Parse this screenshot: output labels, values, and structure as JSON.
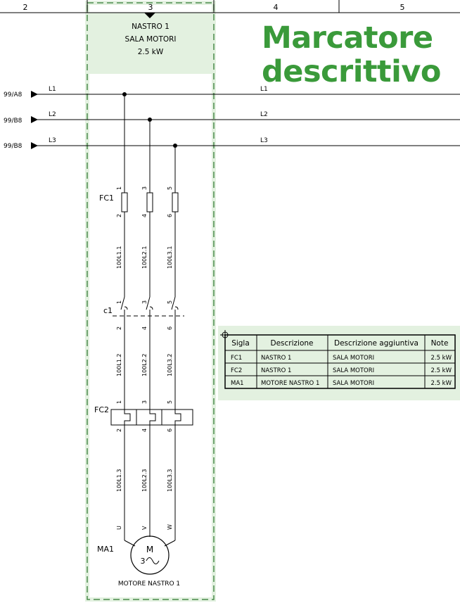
{
  "columns": [
    "2",
    "3",
    "4",
    "5"
  ],
  "header": {
    "line1": "NASTRO 1",
    "line2": "SALA MOTORI",
    "line3": "2.5 kW"
  },
  "title": {
    "line1": "Marcatore",
    "line2": "descrittivo"
  },
  "buses": [
    {
      "ref": "99/A8",
      "name": "L1",
      "name_right": "L1"
    },
    {
      "ref": "99/B8",
      "name": "L2",
      "name_right": "L2"
    },
    {
      "ref": "99/B8",
      "name": "L3",
      "name_right": "L3"
    }
  ],
  "components": {
    "fuse": "FC1",
    "contactor": "c1",
    "relay": "FC2",
    "motor": "MA1"
  },
  "terminals": {
    "top": [
      "1",
      "3",
      "5"
    ],
    "bottom": [
      "2",
      "4",
      "6"
    ]
  },
  "wires": {
    "seg1": [
      "100L1.1",
      "100L2.1",
      "100L3.1"
    ],
    "seg2": [
      "100L1.2",
      "100L2.2",
      "100L3.2"
    ],
    "seg3": [
      "100L1.3",
      "100L2.3",
      "100L3.3"
    ]
  },
  "motor_terminals": [
    "U",
    "V",
    "W"
  ],
  "motor": {
    "letter": "M",
    "phase": "3",
    "label": "MOTORE NASTRO 1"
  },
  "table": {
    "headers": [
      "Sigla",
      "Descrizione",
      "Descrizione aggiuntiva",
      "Note"
    ],
    "rows": [
      [
        "FC1",
        "NASTRO 1",
        "SALA MOTORI",
        "2.5 kW"
      ],
      [
        "FC2",
        "NASTRO 1",
        "SALA MOTORI",
        "2.5 kW"
      ],
      [
        "MA1",
        "MOTORE NASTRO 1",
        "SALA MOTORI",
        "2.5 kW"
      ]
    ]
  },
  "colors": {
    "highlight_fill": "#e3f1e0",
    "highlight_border": "#4a8a4a",
    "title_green": "#3a9a3a",
    "line": "#000000"
  }
}
